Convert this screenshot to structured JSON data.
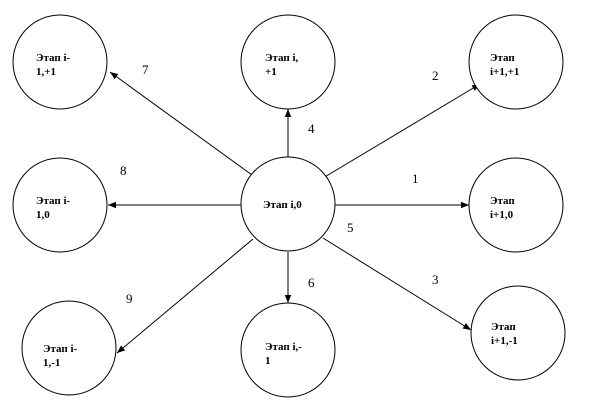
{
  "diagram": {
    "nodes": [
      {
        "id": "center",
        "lines": [
          "Этап i,0"
        ]
      },
      {
        "id": "top-left",
        "lines": [
          "Этап i-",
          "1,+1"
        ]
      },
      {
        "id": "top",
        "lines": [
          "Этап i,",
          "+1"
        ]
      },
      {
        "id": "top-right",
        "lines": [
          "Этап",
          "i+1,+1"
        ]
      },
      {
        "id": "left",
        "lines": [
          "Этап i-",
          "1,0"
        ]
      },
      {
        "id": "right",
        "lines": [
          "Этап",
          "i+1,0"
        ]
      },
      {
        "id": "bottom-left",
        "lines": [
          "Этап i-",
          "1,-1"
        ]
      },
      {
        "id": "bottom",
        "lines": [
          "Этап i,-",
          "1"
        ]
      },
      {
        "id": "bottom-right",
        "lines": [
          "Этап",
          "i+1,-1"
        ]
      }
    ],
    "edges": [
      {
        "from": "center",
        "to": "right",
        "label": "1"
      },
      {
        "from": "center",
        "to": "top-right",
        "label": "2"
      },
      {
        "from": "center",
        "to": "bottom-right",
        "label": "3"
      },
      {
        "from": "center",
        "to": "top",
        "label": "4"
      },
      {
        "from": "center",
        "to": "bottom-right",
        "label": "5"
      },
      {
        "from": "center",
        "to": "bottom",
        "label": "6"
      },
      {
        "from": "center",
        "to": "top-left",
        "label": "7"
      },
      {
        "from": "center",
        "to": "left",
        "label": "8"
      },
      {
        "from": "center",
        "to": "bottom-left",
        "label": "9"
      }
    ]
  }
}
